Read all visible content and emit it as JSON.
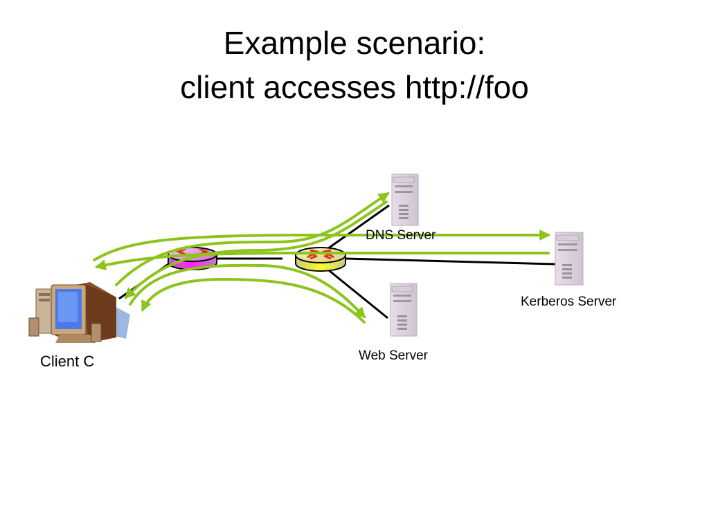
{
  "slide": {
    "title_line1": "Example scenario:",
    "title_line2": "client accesses http://foo"
  },
  "nodes": {
    "client": {
      "label": "Client C",
      "icon": "desktop-computer-icon"
    },
    "router_left": {
      "icon": "router-icon",
      "color": "#e040e0"
    },
    "router_right": {
      "icon": "router-icon",
      "color": "#f0f040"
    },
    "dns_server": {
      "label": "DNS Server",
      "icon": "server-tower-icon"
    },
    "web_server": {
      "label": "Web Server",
      "icon": "server-tower-icon"
    },
    "kerberos_server": {
      "label": "Kerberos Server",
      "icon": "server-tower-icon"
    }
  },
  "colors": {
    "flow": "#8cc41c",
    "link": "#000000",
    "router_arrow": "#e03020"
  }
}
